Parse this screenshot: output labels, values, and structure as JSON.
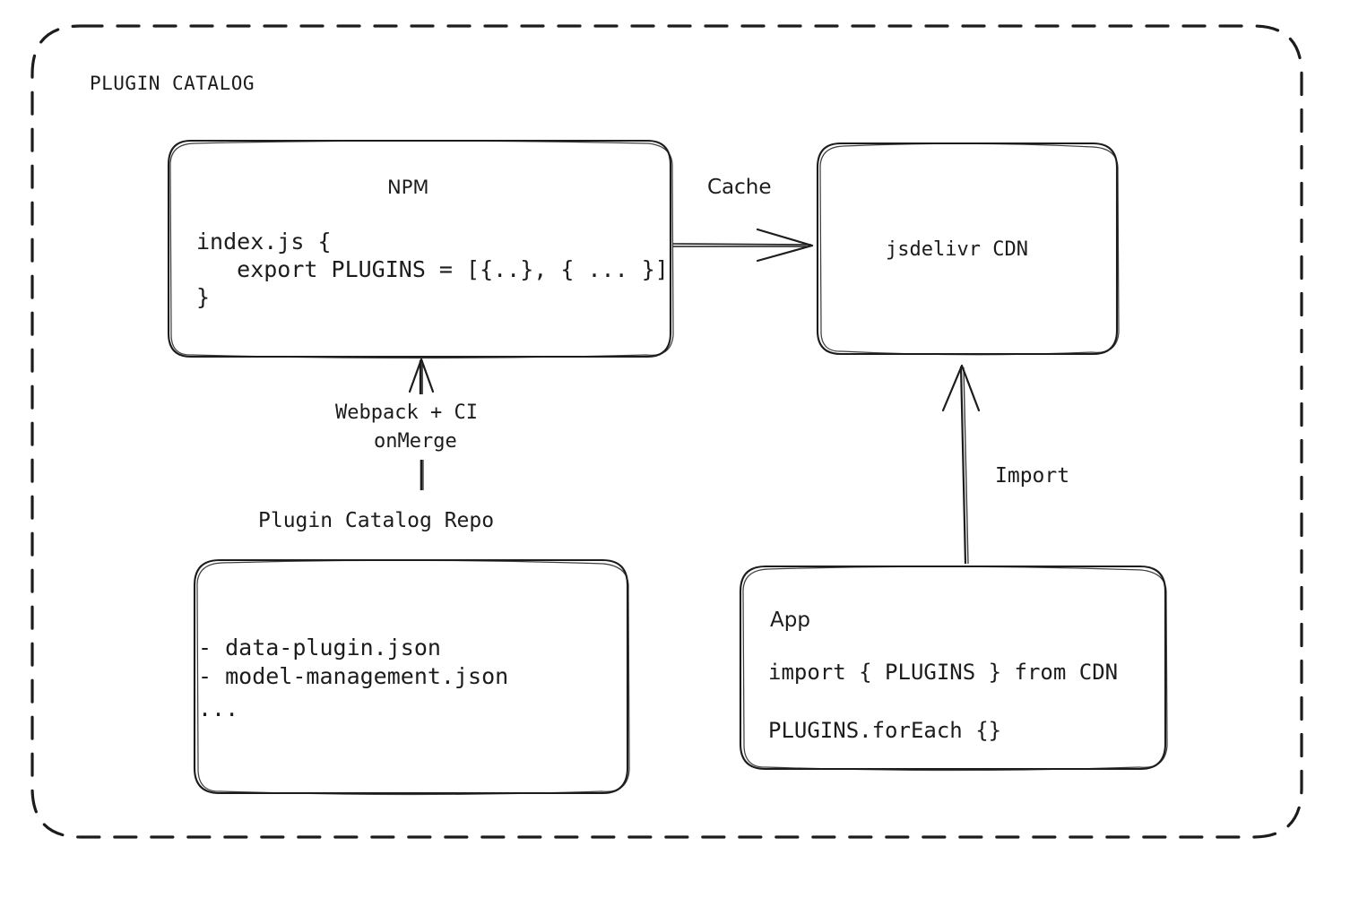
{
  "diagram": {
    "title": "PLUGIN CATALOG",
    "background_color": "#ffffff",
    "stroke_color": "#1c1c1c",
    "container_border_style": "dashed"
  },
  "nodes": {
    "npm": {
      "title": "NPM",
      "code_lines": [
        "index.js {",
        "   export PLUGINS = [{..}, { ... }]",
        "}"
      ]
    },
    "cdn": {
      "title": "jsdelivr CDN"
    },
    "repo": {
      "caption": "Plugin Catalog Repo",
      "items": [
        "- data-plugin.json",
        "- model-management.json",
        "..."
      ]
    },
    "app": {
      "title": "App",
      "code_lines": [
        "import { PLUGINS } from CDN",
        "PLUGINS.forEach {}"
      ]
    }
  },
  "edges": {
    "npm_to_cdn": {
      "label": "Cache"
    },
    "repo_to_npm": {
      "label_line_1": "Webpack + CI",
      "label_line_2": "onMerge"
    },
    "app_to_cdn": {
      "label": "Import"
    }
  }
}
